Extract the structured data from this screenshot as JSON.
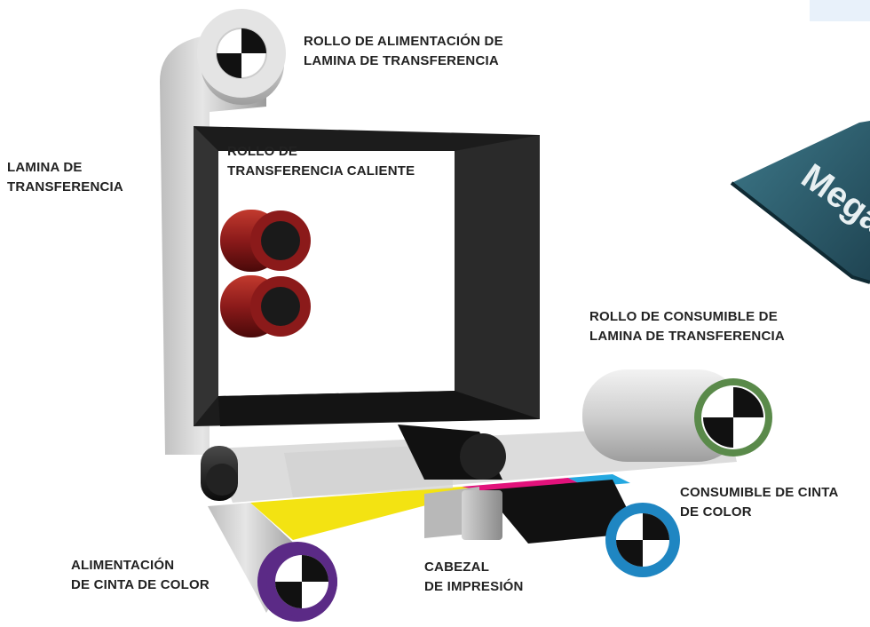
{
  "labels": {
    "transfer_film_supply_roll": {
      "line1": "ROLLO DE ALIMENTACIÓN DE",
      "line2": "LAMINA DE TRANSFERENCIA"
    },
    "transfer_film": {
      "line1": "LAMINA DE",
      "line2": "TRANSFERENCIA"
    },
    "heated_transfer_roller": {
      "line1": "ROLLO DE",
      "line2": "TRANSFERENCIA CALIENTE"
    },
    "transfer_film_take_up_roll": {
      "line1": "ROLLO DE CONSUMIBLE DE",
      "line2": "LAMINA DE TRANSFERENCIA"
    },
    "color_ribbon_take_up": {
      "line1": "CONSUMIBLE DE CINTA",
      "line2": "DE COLOR"
    },
    "color_ribbon_supply": {
      "line1": "ALIMENTACIÓN",
      "line2": "DE CINTA DE COLOR"
    },
    "print_head": {
      "line1": "CABEZAL",
      "line2": "DE IMPRESIÓN"
    }
  },
  "card_text": "Mega",
  "colors": {
    "label_text": "#222222",
    "film_gray": "#d8d8d8",
    "frame_black": "#1c1c1c",
    "heat_roller_red": "#8b1a1a",
    "ribbon_yellow": "#f3e312",
    "ribbon_magenta": "#e2127b",
    "ribbon_cyan": "#24a8e0",
    "ribbon_black": "#111111",
    "supply_core_purple": "#5b2a86",
    "takeup_core_blue": "#1f86c2",
    "film_core_green": "#5a8a4a",
    "card_teal": "#2c5a6a"
  }
}
